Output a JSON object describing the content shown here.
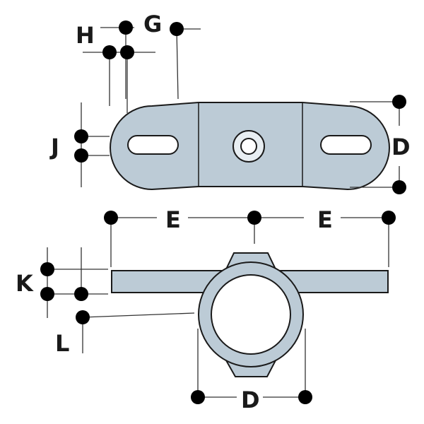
{
  "labels": {
    "h": "H",
    "g": "G",
    "j": "J",
    "d_top": "D",
    "e_left": "E",
    "e_right": "E",
    "k": "K",
    "l": "L",
    "d_bottom": "D"
  },
  "colors": {
    "part_fill": "#bccbd6",
    "outline": "#1a1a1a"
  }
}
